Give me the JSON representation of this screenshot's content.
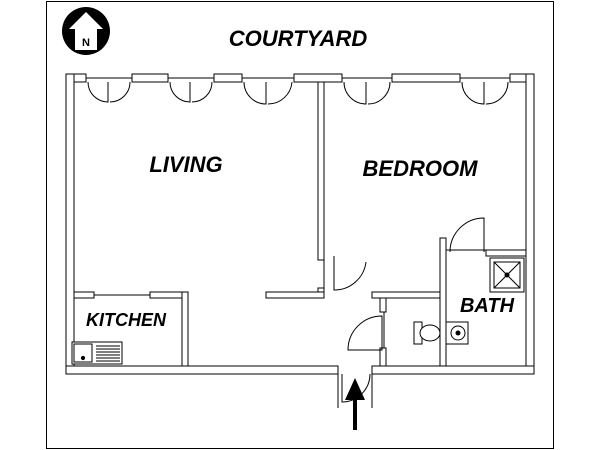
{
  "north_marker": {
    "letter": "N",
    "icon": "north-arrow-icon"
  },
  "exterior_label": "COURTYARD",
  "rooms": {
    "living": "LIVING",
    "bedroom": "BEDROOM",
    "kitchen": "KITCHEN",
    "bath": "BATH"
  },
  "entrance_icon": "entrance-arrow-icon"
}
